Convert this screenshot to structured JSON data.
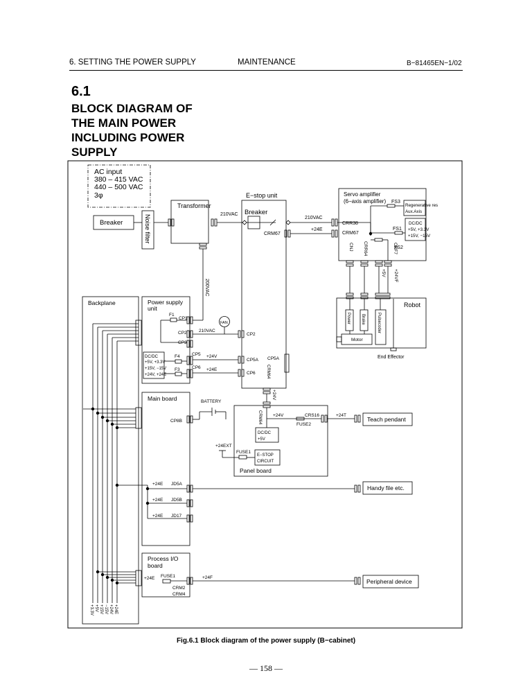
{
  "header": {
    "left": "6. SETTING THE POWER SUPPLY",
    "center": "MAINTENANCE",
    "right": "B−81465EN−1/02"
  },
  "section": {
    "number": "6.1",
    "title_lines": [
      "BLOCK DIAGRAM OF",
      "THE MAIN POWER",
      "INCLUDING POWER",
      "SUPPLY"
    ]
  },
  "diagram": {
    "ac_input": [
      "AC input",
      "380 – 415 VAC",
      "440 – 500 VAC",
      "3φ"
    ],
    "breaker": "Breaker",
    "noise_filter": "Noise filter",
    "transformer": "Transformer",
    "estop_unit": "E−stop unit",
    "estop_breaker": "Breaker",
    "v210_a": "210VAC",
    "v210_b": "210VAC",
    "v210_c": "210VAC",
    "v200": "200VAC",
    "servo": [
      "Servo amplifier",
      "(6−axis amplifier)"
    ],
    "fs3": "FS3",
    "regen": [
      "Regenerative res",
      "Aux.Axis"
    ],
    "servo_dcdc": [
      "DC/DC",
      "+5V, +3.3V",
      "+15V, −15V"
    ],
    "fs1": "FS1",
    "fs2": "FS2",
    "crr38": "CRR38",
    "crm67a": "CRM67",
    "crm67b": "CRM67",
    "plus24e_a": "+24E",
    "cnj": "CNJ",
    "crr64": "CRR64",
    "crf7": "CRF7",
    "p5v": "+5V",
    "p24vf": "+24VF",
    "robot": "Robot",
    "power": "Power",
    "brake": "Brake",
    "pulsecoder": "Pulsecoder",
    "motor": "Motor",
    "end_effector": "End Effector",
    "backplane": "Backplane",
    "psu": [
      "Power supply",
      "unit"
    ],
    "f1": "F1",
    "cp1": "CP1",
    "fan": "FAN",
    "cp2": "CP2",
    "cp2b": "CP2",
    "cp3": "CP3",
    "psu_dcdc": [
      "DC/DC",
      "+5V, +3.3V",
      "+15V, −15V",
      "+24V, +24E"
    ],
    "f4": "F4",
    "f3": "F3",
    "cp5": "CP5",
    "cp6": "CP6",
    "cp5a": "CP5A",
    "cp5a2": "CP5A",
    "cp6b": "CP6",
    "plus24v_a": "+24V",
    "plus24e_b": "+24E",
    "crm64": "CRM64",
    "plus24v_b": "+24V",
    "main_board": "Main board",
    "battery": "BATTERY",
    "cp8b": "CP8B",
    "crm64b": "CRM64",
    "plus24v_c": "+24V",
    "crs16": "CRS16",
    "fuse2": "FUSE2",
    "plus24t": "+24T",
    "teach": "Teach pendant",
    "panel_dcdc": [
      "DC/DC",
      "+5V"
    ],
    "plus24ext": "+24EXT",
    "fuse1": "FUSE1",
    "estop_circuit": [
      "E−STOP",
      "CIRCUIT"
    ],
    "panel_board": "Panel board",
    "jd5a_v": "+24E",
    "jd5a": "JD5A",
    "jd5b_v": "+24E",
    "jd5b": "JD5B",
    "jd17_v": "+24E",
    "jd17": "JD17",
    "handy": "Handy file etc.",
    "process_io": [
      "Process I/O",
      "board"
    ],
    "pio_24e": "+24E",
    "pio_fuse1": "FUSE1",
    "crm2": "CRM2",
    "crm4": "CRM4",
    "plus24f": "+24F",
    "peripheral": "Peripheral device",
    "rails": [
      "+3.3V",
      "+5V",
      "+15V",
      "−15V",
      "+24V",
      "+24E"
    ]
  },
  "caption": "Fig.6.1   Block diagram of the power supply (B−cabinet)",
  "page_number": "158"
}
